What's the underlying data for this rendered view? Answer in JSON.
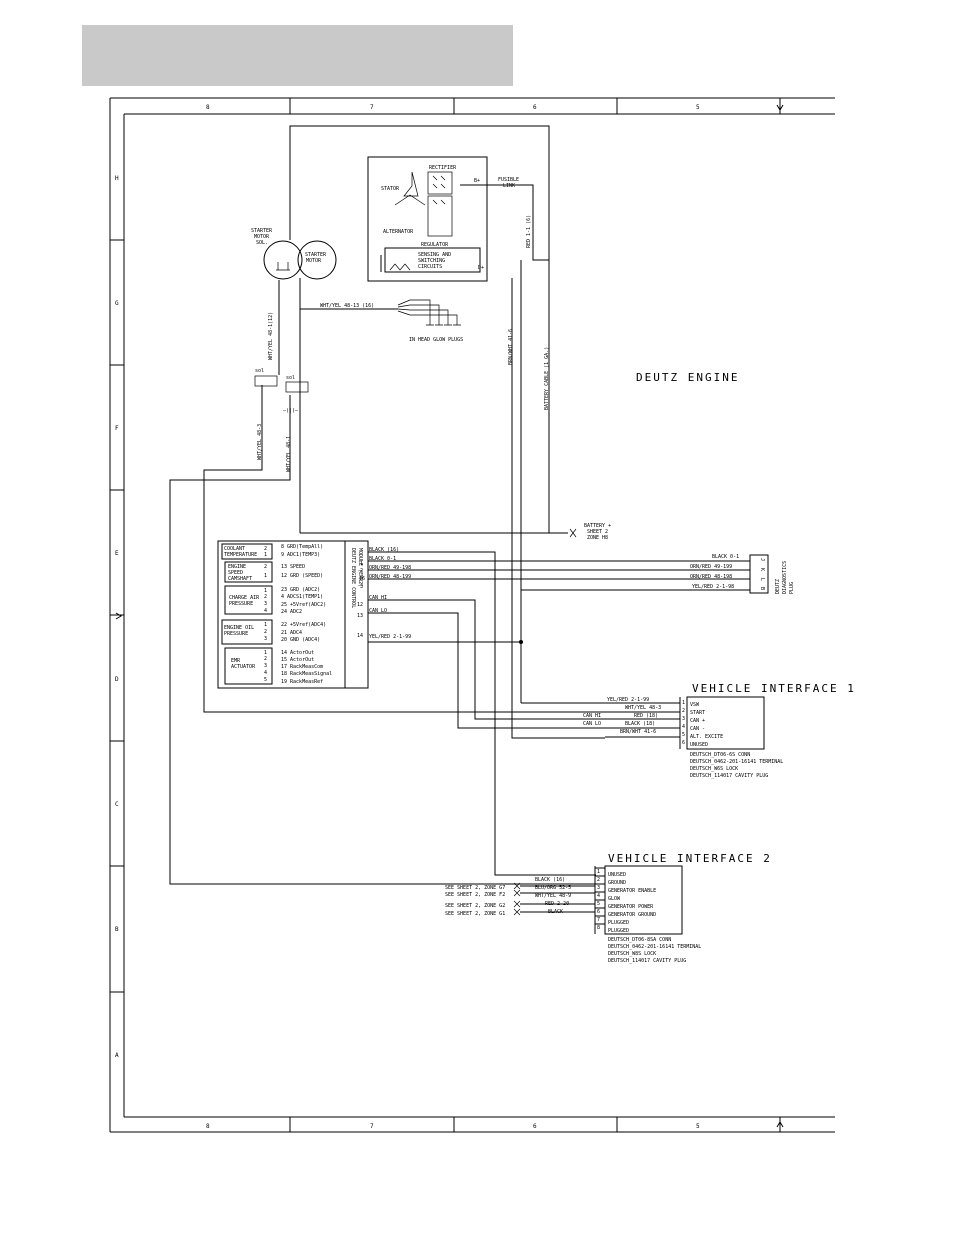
{
  "frame": {
    "columns": [
      "8",
      "7",
      "6",
      "5"
    ],
    "rows": [
      "H",
      "G",
      "F",
      "E",
      "D",
      "C",
      "B",
      "A"
    ]
  },
  "title": "DEUTZ ENGINE",
  "alternator": {
    "rectifier": "RECTIFIER",
    "stator": "STATOR",
    "alternator": "ALTERNATOR",
    "regulator": "REGULATOR",
    "sensing_1": "SENSING AND",
    "sensing_2": "SWITCHING",
    "sensing_3": "CIRCUITS",
    "b_plus": "B+",
    "d_plus": "D+",
    "fusible_1": "FUSIBLE",
    "fusible_2": "LINK"
  },
  "starter": {
    "sol_1": "STARTER",
    "sol_2": "MOTOR",
    "sol_3": "SOL.",
    "motor_1": "STARTER",
    "motor_2": "MOTOR"
  },
  "glow": {
    "wire": "WHT/YEL 48-13 (16)",
    "label": "IN HEAD GLOW PLUGS"
  },
  "wires": {
    "red_fusible": "RED 1-1 (6)",
    "brn_wht": "BRN/WHT 41-6",
    "battery_cable": "BATTERY CABLE (1 GA.)",
    "wht_yel_12": "WHT/YEL 48-1(12)",
    "wht_yel_48_3": "WHT/YEL 48-3",
    "wht_yel_48_1": "WHT/YEL 48-1",
    "sol1": "sol",
    "sol2": "sol",
    "fuse_sym": "—(|(—"
  },
  "battery_ref": {
    "l1": "BATTERY +",
    "l2": "SHEET 2",
    "l3": "ZONE H8"
  },
  "ecu": {
    "label_1": "DEUTZ ENGINE CONTROL",
    "label_2": "MODULE (EMR2)",
    "sensors": [
      {
        "l1": "COOLANT",
        "l2": "TEMPERATURE",
        "pins": [
          "2",
          "1"
        ]
      },
      {
        "l1": "ENGINE",
        "l2": "SPEED",
        "l3": "CAMSHAFT",
        "pins": [
          "2",
          "1"
        ]
      },
      {
        "l1": "CHARGE AIR",
        "l2": "PRESSURE",
        "pins": [
          "1",
          "2",
          "3",
          "4"
        ]
      },
      {
        "l1": "ENGINE OIL",
        "l2": "PRESSURE",
        "pins": [
          "1",
          "2",
          "3"
        ]
      },
      {
        "l1": "EMR",
        "l2": "ACTUATOR",
        "pins": [
          "1",
          "2",
          "3",
          "4",
          "5"
        ]
      }
    ],
    "inputs": [
      "8 GRD(TempAll)",
      "9 ADC1(TEMP3)",
      "13 SPEED",
      "12 GRD (SPEED)",
      "23 GRD (ADC2)",
      "4 ADCS1(TEMP1)",
      "25 +5Vref(ADC2)",
      "24 ADC2",
      "22 +5Vref(ADC4)",
      "21 ADC4",
      "20 GND (ADC4)",
      "14 ActorOut",
      "15 ActorOut",
      "17 RackMeasCom",
      "18 RackMeasSignal",
      "19 RackMeasRef"
    ],
    "out_pins": [
      "1",
      "2",
      "16",
      "3",
      "12",
      "13",
      "14"
    ],
    "out_wires": [
      "BLACK (16)",
      "BLACK 0-1",
      "ORN/RED 49-198",
      "ORN/RED 48-199",
      "CAN HI",
      "CAN LO",
      "YEL/RED 2-1-99"
    ]
  },
  "diagnostics": {
    "wires": [
      "BLACK 0-1",
      "ORN/RED 49-199",
      "ORN/RED 48-198",
      "YEL/RED 2-1-98"
    ],
    "pins": [
      "J",
      "K",
      "L",
      "B"
    ],
    "label": [
      "DEUTZ",
      "DIAGNOSTICS",
      "PLUG"
    ]
  },
  "vi1": {
    "title": "VEHICLE INTERFACE 1",
    "wires": [
      "YEL/RED 2-1-99",
      "WHT/YEL 48-3",
      "RED (18)",
      "BLACK (18)",
      "BRN/WHT 41-6",
      ""
    ],
    "can": [
      "CAN HI",
      "CAN LO"
    ],
    "pins": [
      "1",
      "2",
      "3",
      "4",
      "5",
      "6"
    ],
    "functions": [
      "VSW",
      "START",
      "CAN +",
      "CAN -",
      "ALT. EXCITE",
      "UNUSED"
    ],
    "notes": [
      "DEUTSCH_DT06-6S CONN",
      "DEUTSCH_0462-201-16141 TERMINAL",
      "DEUTSCH_W6S LOCK",
      "DEUTSCH_114017 CAVITY PLUG"
    ]
  },
  "vi2": {
    "title": "VEHICLE INTERFACE 2",
    "wires": [
      "",
      "BLACK (16)",
      "BLU/ORG 52-5",
      "WHT/YEL 48-9",
      "",
      "RED 2-20",
      "BLACK",
      "",
      ""
    ],
    "refs": [
      "SEE SHEET 2, ZONE G7",
      "SEE SHEET 2, ZONE F2",
      "SEE SHEET 2, ZONE G2",
      "SEE SHEET 2, ZONE G1"
    ],
    "pins": [
      "1",
      "2",
      "3",
      "4",
      "5",
      "6",
      "7",
      "8"
    ],
    "functions": [
      "UNUSED",
      "GROUND",
      "GENERATOR ENABLE",
      "GLOW",
      "GENERATOR POWER",
      "GENERATOR GROUND",
      "PLUGGED",
      "PLUGGED"
    ],
    "notes": [
      "DEUTSCH_DT06-8SA CONN",
      "DEUTSCH_0462-201-16141 TERMINAL",
      "DEUTSCH_W8S LOCK",
      "DEUTSCH_114017 CAVITY PLUG"
    ]
  }
}
